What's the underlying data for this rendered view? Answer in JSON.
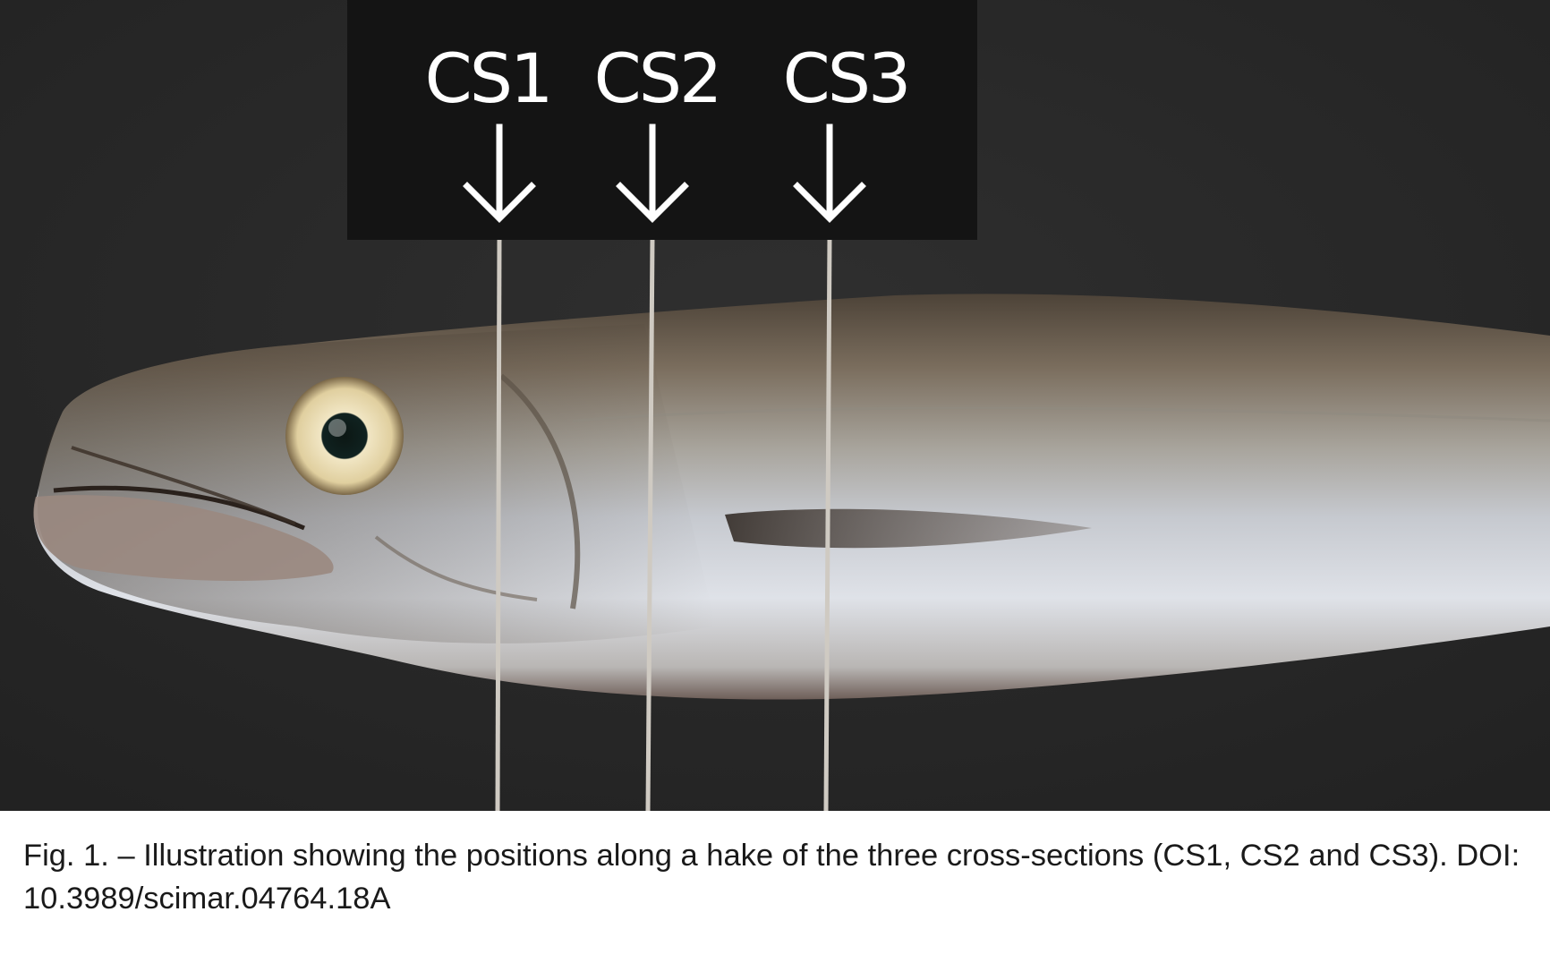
{
  "figure": {
    "labels": [
      "CS1",
      "CS2",
      "CS3"
    ],
    "caption": "Fig. 1. – Illustration showing the positions along a hake of the three cross-sections (CS1, CS2 and CS3). DOI: 10.3989/scimar.04764.18A"
  },
  "colors": {
    "background": "#2a2a2a",
    "label_box": "#141414",
    "label_text": "#ffffff",
    "fish_back": "#6b6156",
    "fish_belly": "#d4d8e0",
    "string": "#cfcac2"
  }
}
